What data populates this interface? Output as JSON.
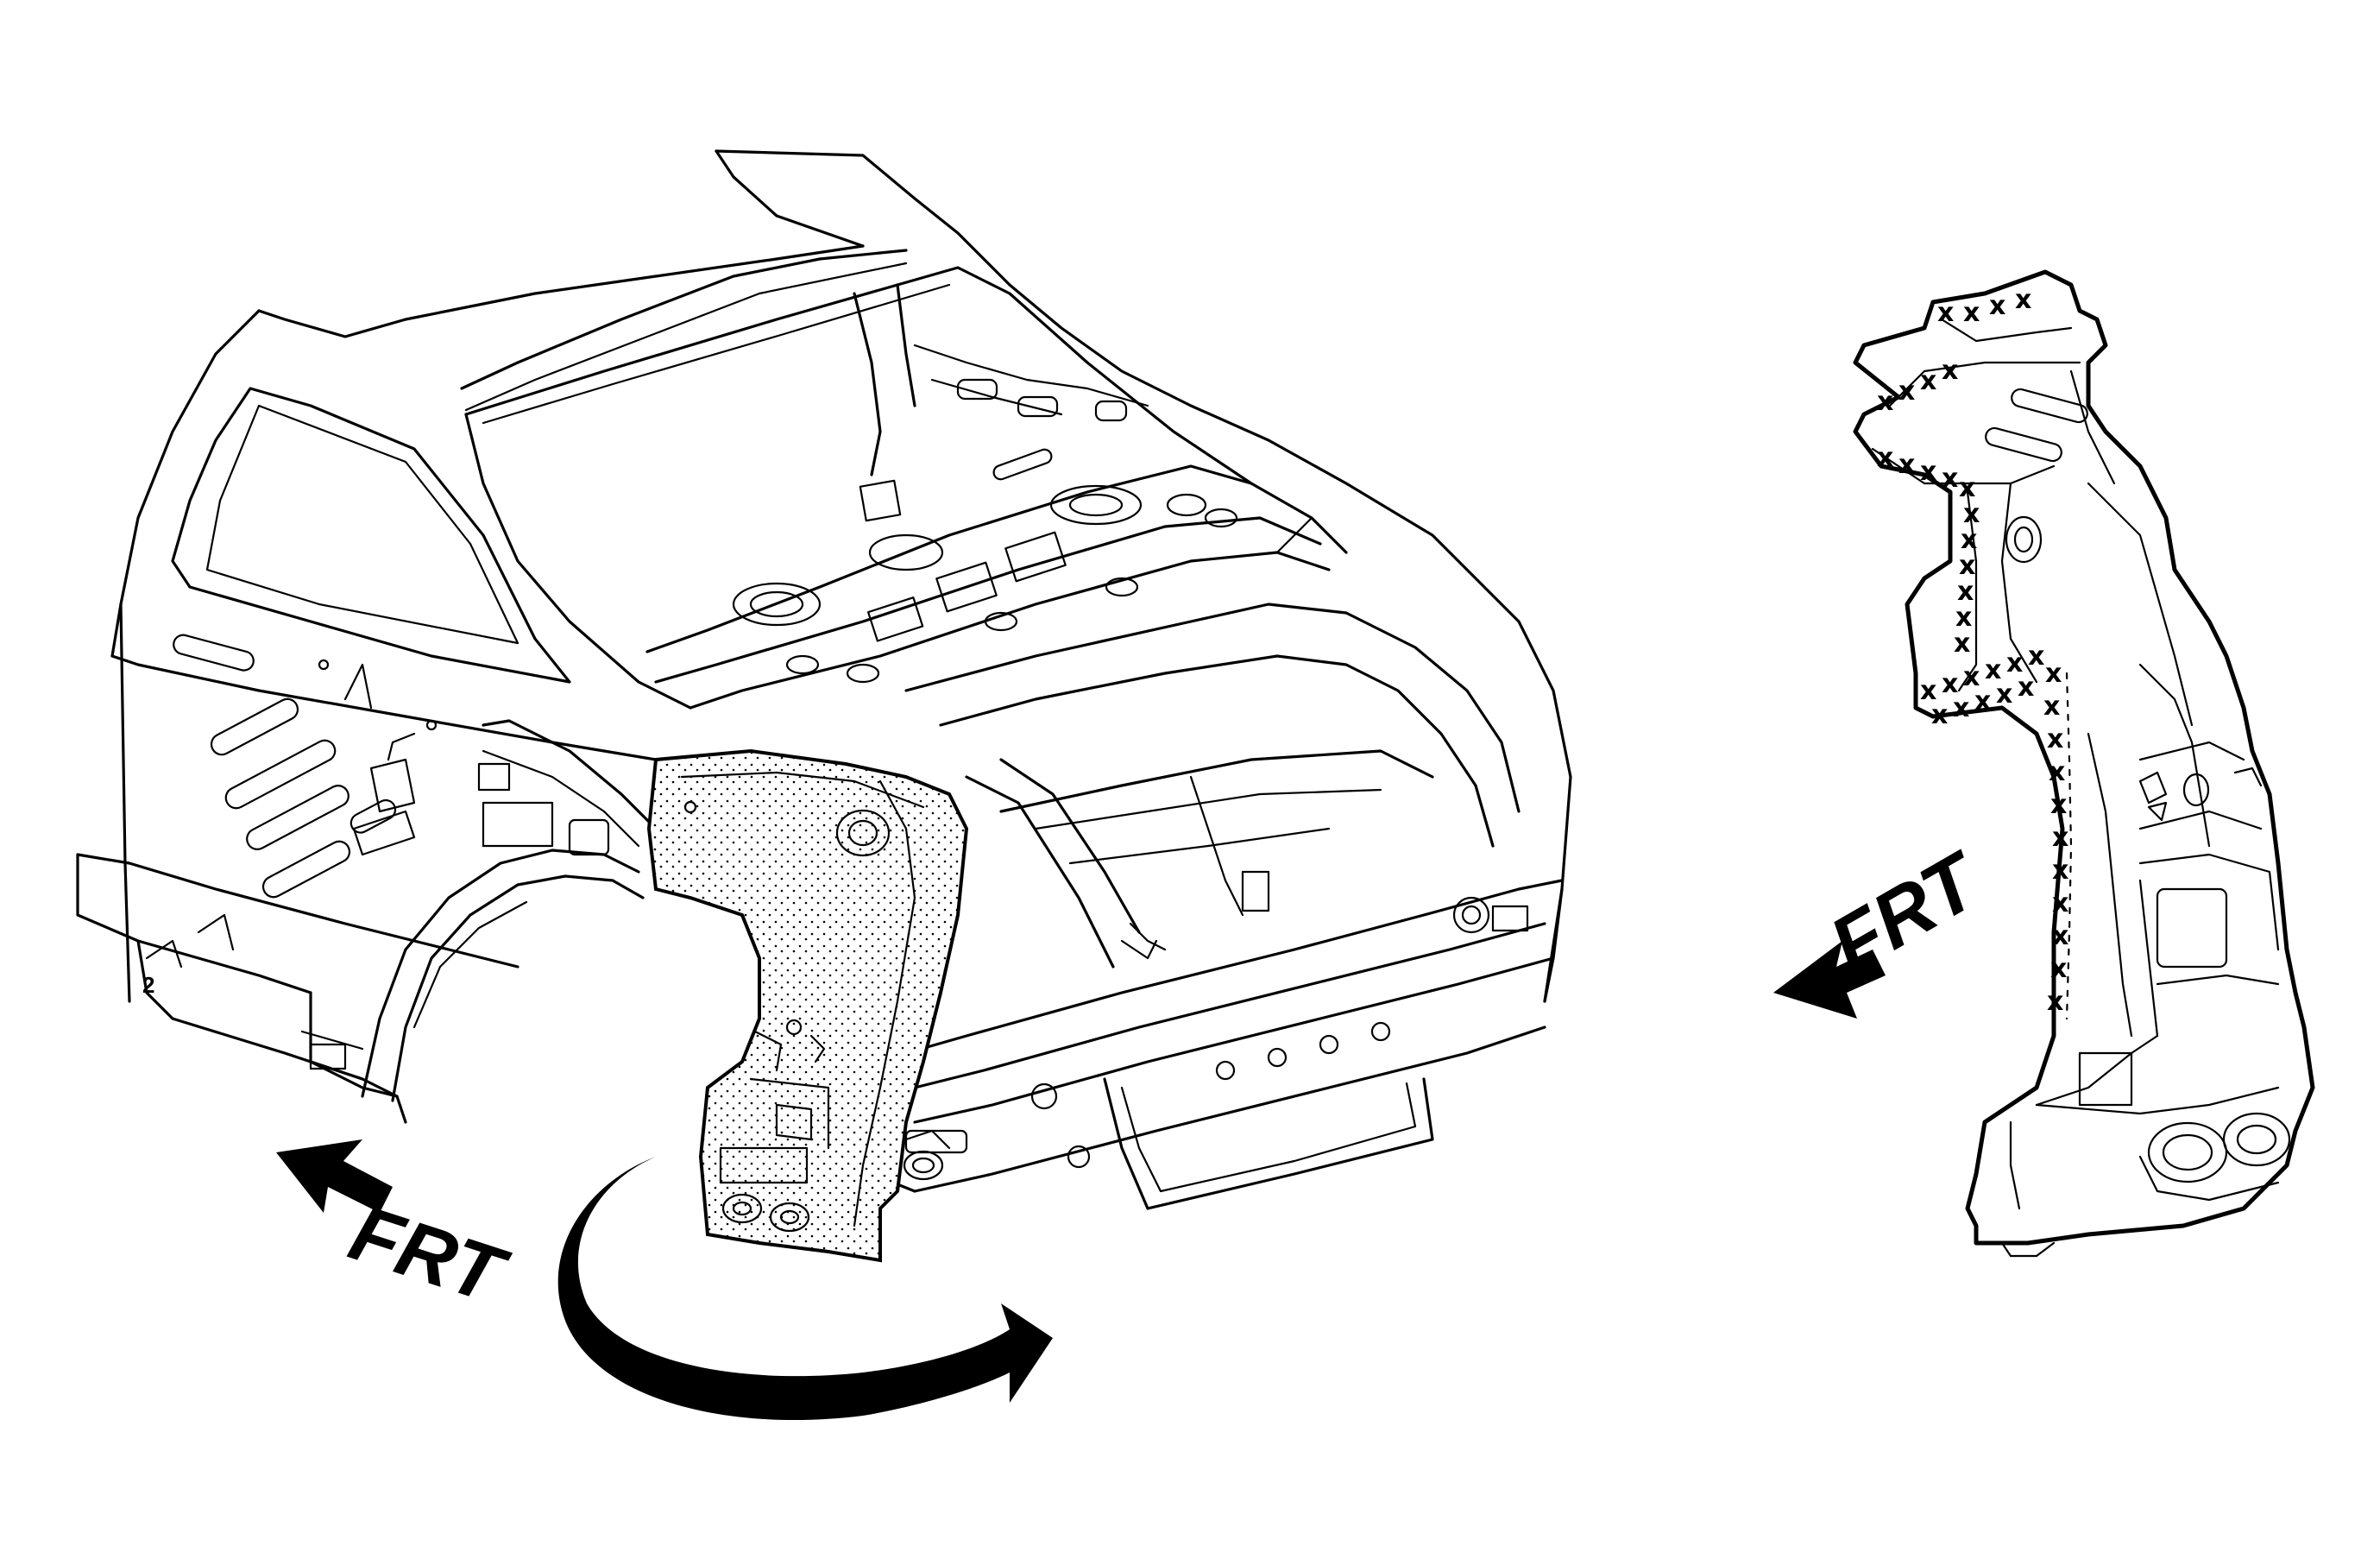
{
  "figure": {
    "left_view": {
      "direction_label": "FRT",
      "panel_index": "2"
    },
    "right_view": {
      "direction_label": "FRT"
    }
  },
  "colors": {
    "line": "#000000",
    "background": "#ffffff",
    "stipple": "#000000"
  },
  "icons": {
    "left_arrow": "direction-arrow-icon",
    "right_arrow": "direction-arrow-icon",
    "rotate_arrow": "rotate-arrow-icon",
    "weld_marks": "weld-x-mark-icon"
  }
}
